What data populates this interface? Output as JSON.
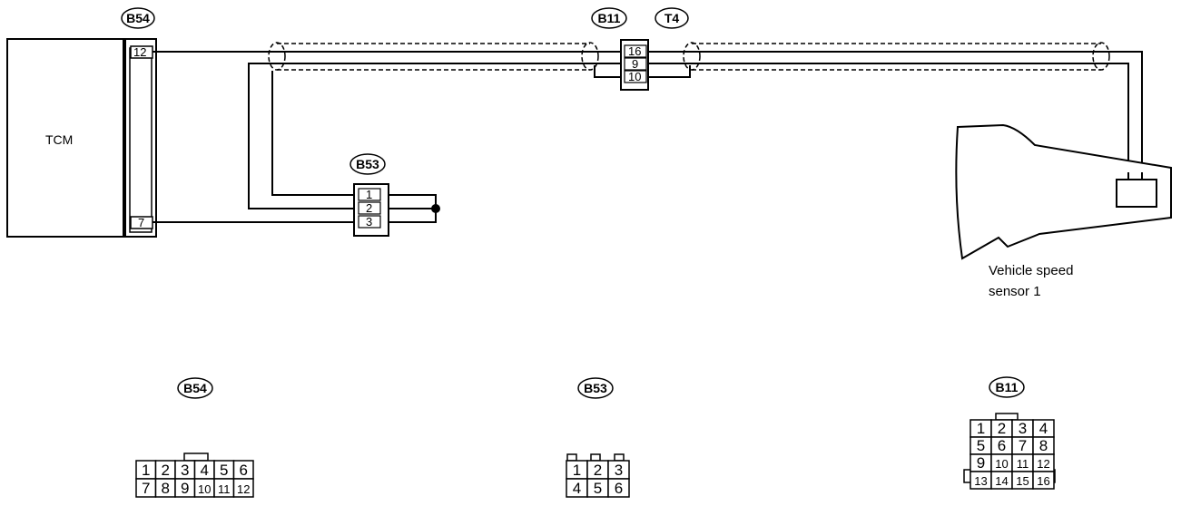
{
  "tcm": {
    "label": "TCM"
  },
  "connectors": {
    "b54": {
      "tag": "B54",
      "pin_top": "12",
      "pin_bottom": "7"
    },
    "b11": {
      "tag": "B11",
      "pins": [
        "16",
        "9",
        "10"
      ]
    },
    "t4": {
      "tag": "T4"
    },
    "b53": {
      "tag": "B53",
      "pins": [
        "1",
        "2",
        "3"
      ]
    }
  },
  "sensor": {
    "label_line1": "Vehicle speed",
    "label_line2": "sensor 1"
  },
  "connector_views": {
    "b54": {
      "tag": "B54",
      "rows": [
        [
          "1",
          "2",
          "3",
          "4",
          "5",
          "6"
        ],
        [
          "7",
          "8",
          "9",
          "10",
          "11",
          "12"
        ]
      ]
    },
    "b53": {
      "tag": "B53",
      "rows": [
        [
          "1",
          "2",
          "3"
        ],
        [
          "4",
          "5",
          "6"
        ]
      ]
    },
    "b11": {
      "tag": "B11",
      "rows": [
        [
          "1",
          "2",
          "3",
          "4"
        ],
        [
          "5",
          "6",
          "7",
          "8"
        ],
        [
          "9",
          "10",
          "11",
          "12"
        ],
        [
          "13",
          "14",
          "15",
          "16"
        ]
      ]
    }
  }
}
